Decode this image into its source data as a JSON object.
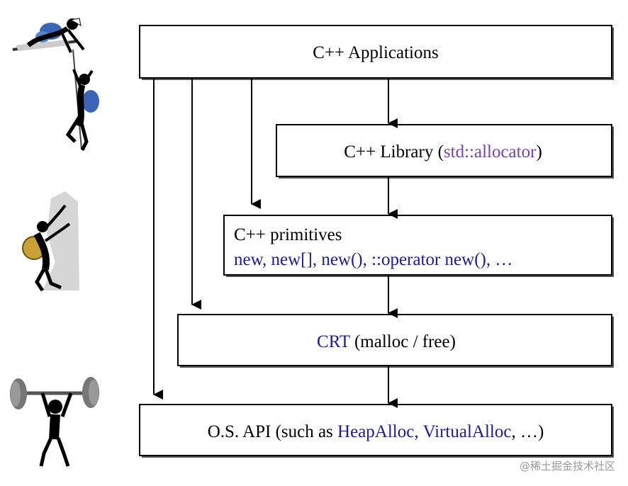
{
  "boxes": {
    "applications": {
      "label": "C++ Applications"
    },
    "library": {
      "label": "C++ Library (",
      "highlight": "std::allocator",
      "suffix": ")"
    },
    "primitives": {
      "line1": "C++ primitives",
      "line2": "new, new[], new(), ::operator new(), …"
    },
    "crt": {
      "highlight": "CRT",
      "label": " (malloc / free)"
    },
    "os_api": {
      "label": "O.S. API (such as ",
      "highlight1": "HeapAlloc,",
      "highlight2": "VirtualAlloc",
      "suffix": ", …)"
    }
  },
  "watermark": "@稀土掘金技术社区",
  "colors": {
    "highlight_blue": "#1a1aa6",
    "highlight_purple": "#7a3fb0"
  },
  "icons": [
    "rope-climbers-icon",
    "rock-climber-icon",
    "weightlifter-icon"
  ]
}
